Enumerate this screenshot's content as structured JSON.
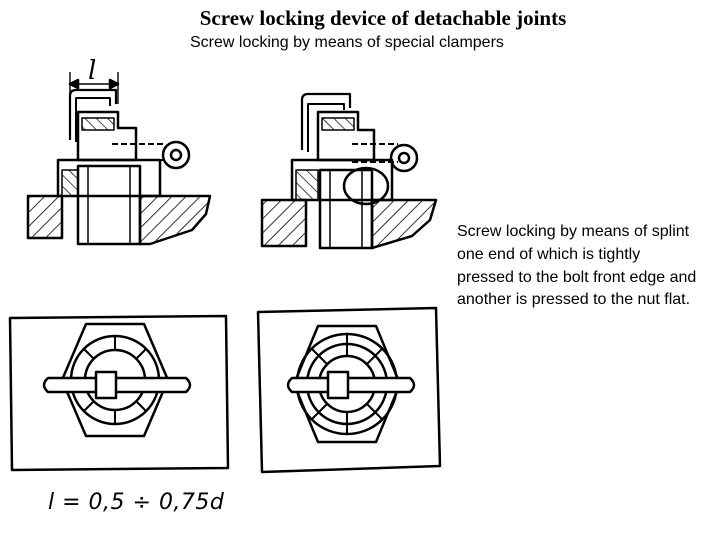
{
  "title": "Screw locking device of detachable joints",
  "subtitle": "Screw locking by means of special clampers",
  "description": "Screw locking by means of  splint one end of which is tightly pressed to the bolt front edge and another is pressed to the nut flat.",
  "dimension_label": "l",
  "formula": "l = 0,5 ÷ 0,75d",
  "colors": {
    "ink": "#000000",
    "background": "#ffffff"
  }
}
